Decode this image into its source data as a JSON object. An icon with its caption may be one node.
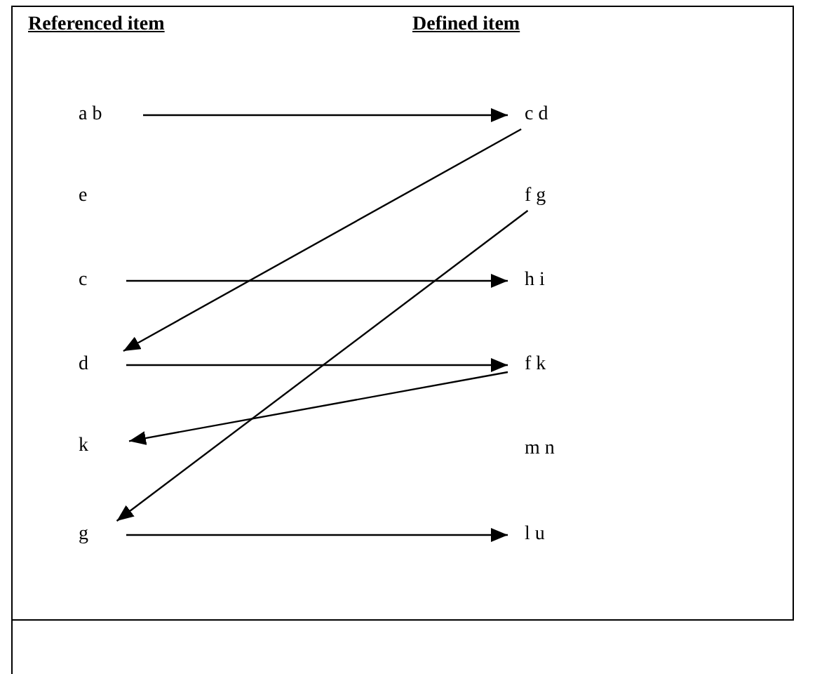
{
  "diagram": {
    "nodes": [
      {
        "text": [
          "a b"
        ]
      },
      {
        "text": [
          "e"
        ]
      },
      {
        "text": [
          "c"
        ]
      },
      {
        "text": [
          "d"
        ]
      },
      {
        "text": [
          "k"
        ]
      },
      {
        "text": [
          "g"
        ]
      },
      {
        "text": [
          "c d"
        ]
      },
      {
        "text": [
          "f g"
        ]
      },
      {
        "text": [
          "h i"
        ]
      },
      {
        "text": [
          "f k"
        ]
      },
      {
        "text": [
          "m n"
        ]
      },
      {
        "text": [
          "l u"
        ]
      }
    ],
    "edges": [
      {
        "from": 0,
        "to": 6,
        "arrow": "to"
      },
      {
        "from": 6,
        "to": 3,
        "arrow": "to"
      },
      {
        "from": 7,
        "to": 5,
        "arrow": "to"
      },
      {
        "from": 2,
        "to": 8,
        "arrow": "to"
      },
      {
        "from": 3,
        "to": 9,
        "arrow": "to"
      },
      {
        "from": 9,
        "to": 4,
        "arrow": "to"
      },
      {
        "from": 5,
        "to": 11,
        "arrow": "to"
      }
    ],
    "labels": [
      "Referenced item",
      "Defined item"
    ]
  }
}
